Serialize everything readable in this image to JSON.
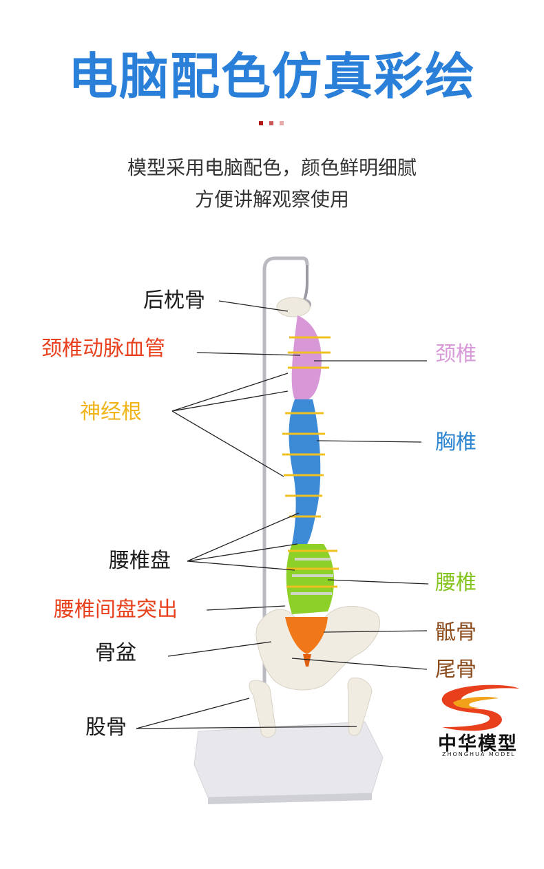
{
  "header": {
    "title": "电脑配色仿真彩绘",
    "dot_colors": [
      "#b01818",
      "#c85a5a",
      "#e6a8a8"
    ],
    "description_line1": "模型采用电脑配色，颜色鲜明细腻",
    "description_line2": "方便讲解观察使用"
  },
  "labels_left": {
    "occipital": "后枕骨",
    "vertebral_artery": "颈椎动脉血管",
    "nerve_root": "神经根",
    "lumbar_disc": "腰椎盘",
    "disc_herniation": "腰椎间盘突出",
    "pelvis": "骨盆",
    "femur": "股骨"
  },
  "labels_right": {
    "cervical": "颈椎",
    "thoracic": "胸椎",
    "lumbar": "腰椎",
    "sacrum": "骶骨",
    "coccyx": "尾骨"
  },
  "label_colors": {
    "black": "#1a1a1a",
    "red": "#e8401c",
    "yellow": "#f0b418",
    "pink": "#d89ad8",
    "blue": "#2f86d0",
    "green": "#84c41c",
    "brown": "#8a4a1a"
  },
  "logo": {
    "name": "中华模型",
    "sub": "ZHONGHUA MODEL"
  }
}
